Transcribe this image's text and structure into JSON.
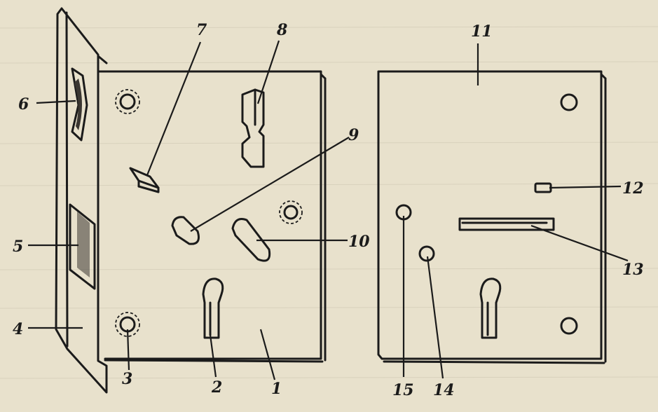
{
  "figure": {
    "labels": {
      "1": "1",
      "2": "2",
      "3": "3",
      "4": "4",
      "5": "5",
      "6": "6",
      "7": "7",
      "8": "8",
      "9": "9",
      "10": "10",
      "11": "11",
      "12": "12",
      "13": "13",
      "14": "14",
      "15": "15"
    },
    "colors": {
      "paper": "#e8e1cc",
      "ink": "#1b1b1b"
    }
  }
}
